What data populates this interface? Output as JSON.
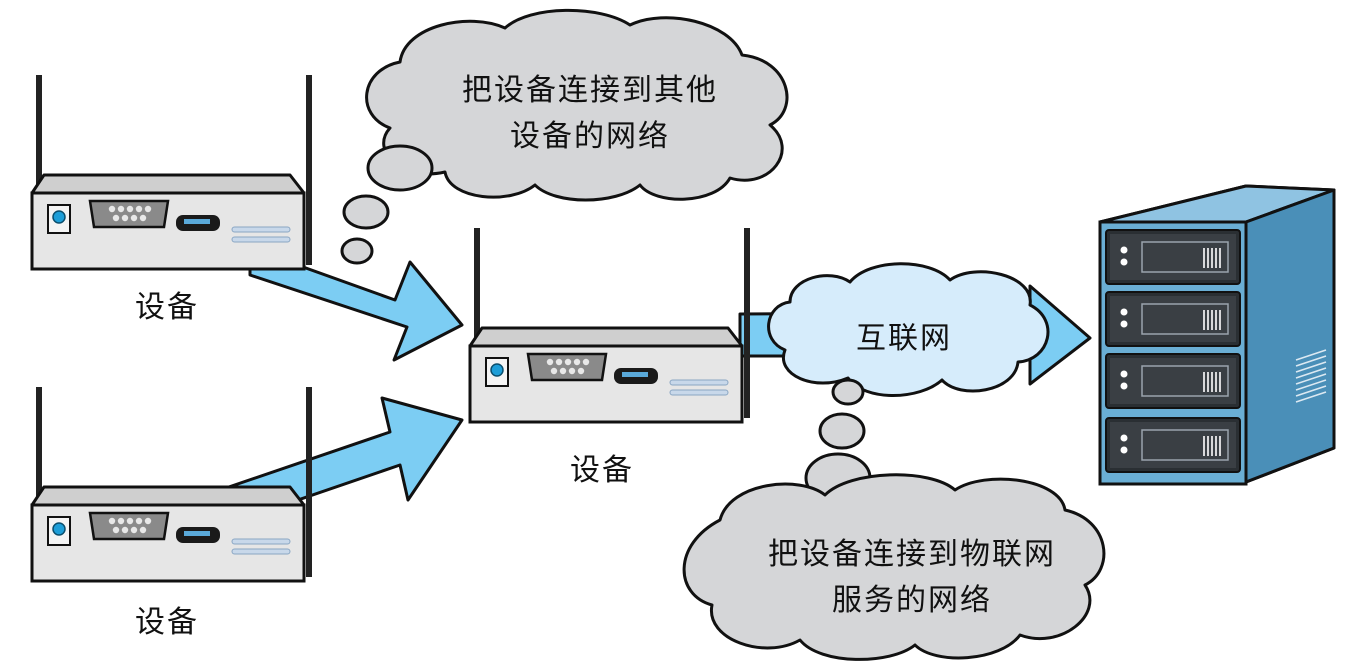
{
  "devices": {
    "device_top_label": "设备",
    "device_center_label": "设备",
    "device_bottom_label": "设备"
  },
  "clouds": {
    "local_network": {
      "line1": "把设备连接到其他",
      "line2": "设备的网络"
    },
    "internet": {
      "label": "互联网"
    },
    "iot_network": {
      "line1": "把设备连接到物联网",
      "line2": "服务的网络"
    }
  },
  "colors": {
    "arrow_fill": "#7ccdf3",
    "cloud_grey": "#d5d6d8",
    "cloud_blue": "#d6ecfb",
    "server_blue": "#5da2c9",
    "device_body": "#e6e6e6",
    "led_blue": "#1d9ed8"
  },
  "icons": {
    "device": "wireless-router-icon",
    "server": "server-rack-icon"
  }
}
